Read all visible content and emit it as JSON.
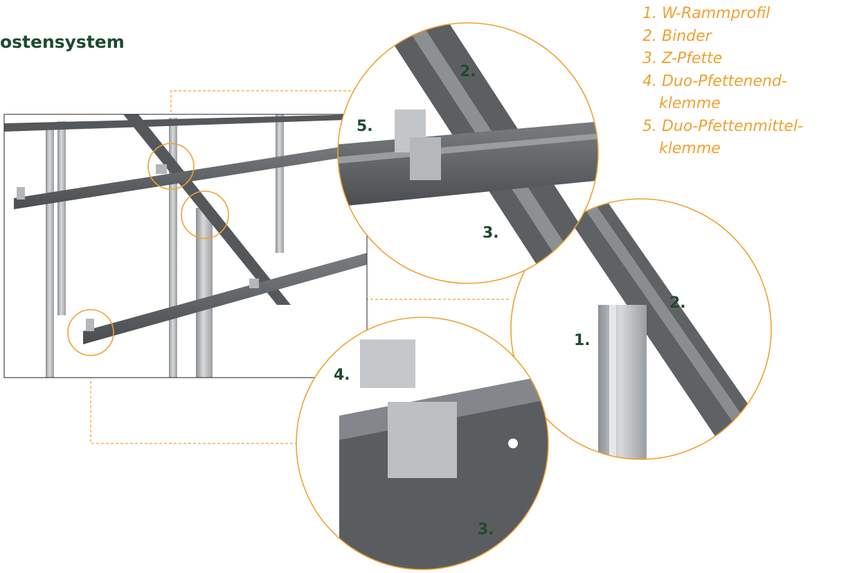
{
  "title": "ostensystem",
  "legend": [
    {
      "line1": "1. W-Rammprofil",
      "line2": ""
    },
    {
      "line1": "2. Binder",
      "line2": ""
    },
    {
      "line1": "3. Z-Pfette",
      "line2": ""
    },
    {
      "line1": "4. Duo-Pfettenend-",
      "line2": "klemme"
    },
    {
      "line1": "5. Duo-Pfettenmittel-",
      "line2": "klemme"
    }
  ],
  "callouts": {
    "top": {
      "n2": "2.",
      "n5": "5.",
      "n3": "3."
    },
    "right": {
      "n1": "1.",
      "n2": "2."
    },
    "bottom": {
      "n4": "4.",
      "n3": "3."
    }
  },
  "colors": {
    "accent": "#f0a030",
    "label": "#1f4a2e",
    "steel_dark": "#5a5d60",
    "steel_light": "#b9bcbe"
  }
}
